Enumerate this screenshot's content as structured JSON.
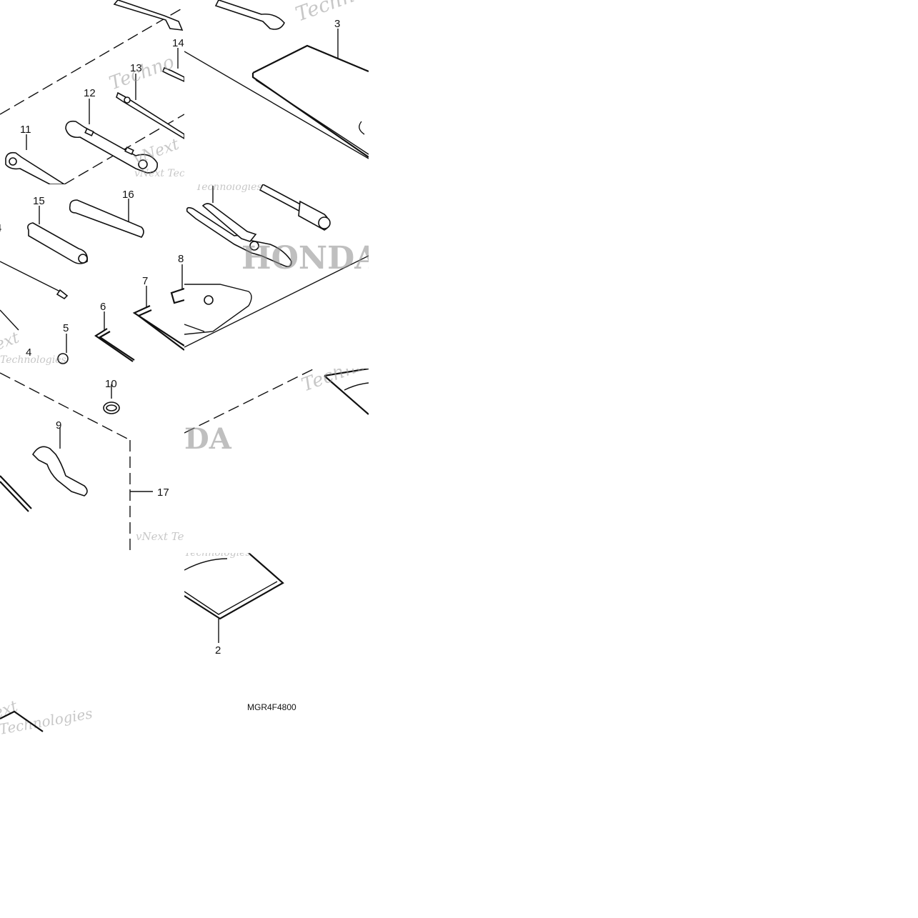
{
  "diagram": {
    "callouts": {
      "c1": "8",
      "c2": "2",
      "c3": "3",
      "c4": "4",
      "c5": "5",
      "c6": "6",
      "c7": "7",
      "c8": "8",
      "c9": "9",
      "c10": "10",
      "c11": "11",
      "c12": "12",
      "c13": "13",
      "c14": "14",
      "c15": "15",
      "c16": "16",
      "c17": "17",
      "c4b": "4"
    },
    "figure_code": "MGR4F4800",
    "watermarks": {
      "w1": "Techno",
      "w2": "vNext",
      "w3": "Technologies",
      "w4": "vNext Tec",
      "w5": "Technologies",
      "w6": "Techno",
      "w7": "vNext Te",
      "w8": "ext",
      "w9": "Technologies"
    },
    "brand_watermark": "HONDA",
    "colors": {
      "line": "#111111",
      "watermark": "#9a9a9a",
      "background": "#ffffff"
    }
  }
}
